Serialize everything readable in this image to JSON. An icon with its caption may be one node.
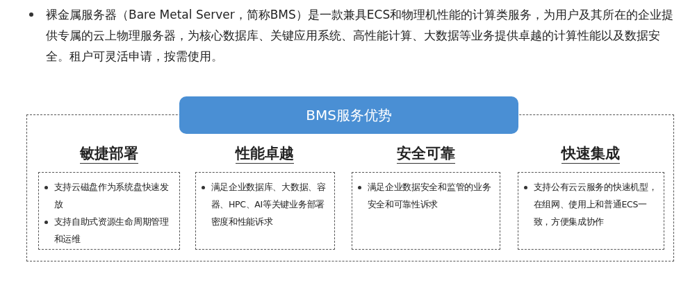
{
  "diagram": {
    "nodes": [
      {
        "text": [],
        "shape": "box"
      },
      {
        "text": [
          "BMS服务优势"
        ]
      },
      {
        "text": [
          "支持云磁盘作为系统盘快速发放",
          "支持自助式资源生命周期管理和运维"
        ],
        "in": 0
      },
      {
        "text": [
          "满足企业数据库、大数据、容器、HPC、AI等关键业务部署密度和性能诉求"
        ],
        "in": 0
      },
      {
        "text": [
          "满足企业数据安全和监管的业务安全和可靠性诉求"
        ],
        "in": 0
      },
      {
        "text": [
          "支持公有云云服务的快速机型，在组网、使用上和普通ECS一致，方便集成协作"
        ],
        "in": 0
      }
    ],
    "edges": [],
    "labels": [
      "裸金属服务器（Bare Metal Server，简称BMS）是一款兼具ECS和物理机性能的计算类服务，为用户及其所在的企业提供专属的云上物理服务器，为核心数据库、关键应用系统、高性能计算、大数据等业务提供卓越的计算性能以及数据安全。租户可灵活申请，按需使用。",
      "敏捷部署",
      "性能卓越",
      "安全可靠",
      "快速集成"
    ]
  }
}
